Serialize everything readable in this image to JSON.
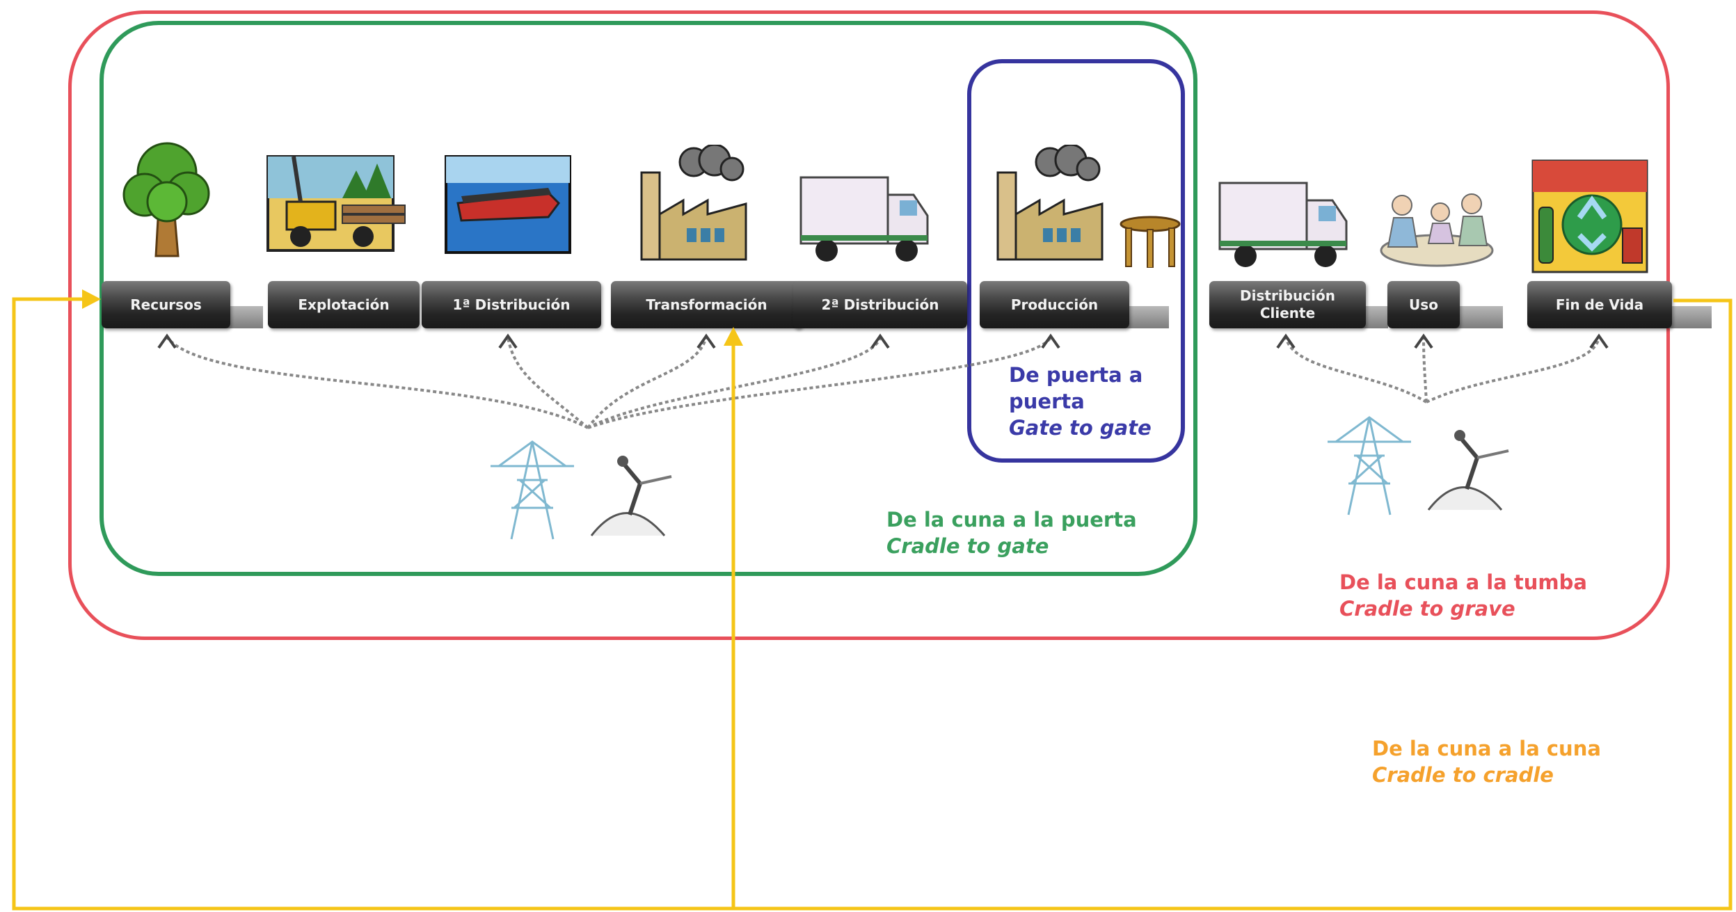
{
  "stages": [
    {
      "label": "Recursos"
    },
    {
      "label": "Explotación"
    },
    {
      "label": "1ª Distribución"
    },
    {
      "label": "Transformación"
    },
    {
      "label": "2ª Distribución"
    },
    {
      "label": "Producción"
    },
    {
      "label": "Distribución\nCliente"
    },
    {
      "label": "Uso"
    },
    {
      "label": "Fin de Vida"
    }
  ],
  "boundaries": {
    "gate_to_gate": {
      "es": "De puerta a puerta",
      "en": "Gate to gate",
      "color": "#36349e"
    },
    "cradle_to_gate": {
      "es": "De la cuna a la puerta",
      "en": "Cradle to gate",
      "color": "#2f9a5a"
    },
    "cradle_to_grave": {
      "es": "De la cuna a la tumba",
      "en": "Cradle to grave",
      "color": "#e8505a"
    },
    "cradle_to_cradle": {
      "es": "De la cuna a la cuna",
      "en": "Cradle to cradle",
      "color": "#f5a12c"
    }
  },
  "icons": [
    "tree-icon",
    "logging-loader-icon",
    "cargo-ship-icon",
    "factory-icon",
    "truck-icon",
    "factory-icon",
    "stool-icon",
    "truck-icon",
    "people-at-table-icon",
    "recycling-icon",
    "power-pylon-icon",
    "oil-pump-icon"
  ],
  "loop_line_color": "#f5c518"
}
